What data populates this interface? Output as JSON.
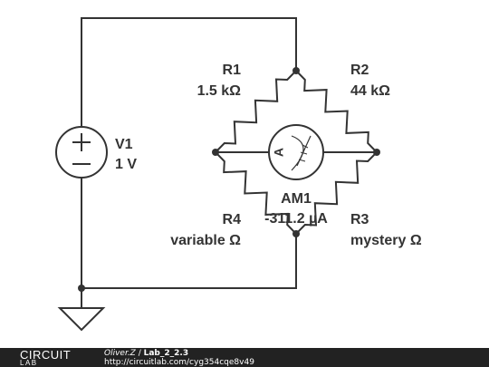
{
  "components": {
    "V1": {
      "name": "V1",
      "value": "1 V"
    },
    "R1": {
      "name": "R1",
      "value": "1.5 kΩ"
    },
    "R2": {
      "name": "R2",
      "value": "44 kΩ"
    },
    "R3": {
      "name": "R3",
      "value": "mystery Ω"
    },
    "R4": {
      "name": "R4",
      "value": "variable Ω"
    },
    "AM1": {
      "name": "AM1",
      "value": "-311.2 µA",
      "symbol": "A"
    }
  },
  "footer": {
    "logo_top": "CIRCUIT",
    "logo_bottom": "LAB",
    "author": "Oliver.Z",
    "separator": " / ",
    "title": "Lab_2_2.3",
    "url": "http://circuitlab.com/cyg354cqe8v49"
  },
  "colors": {
    "ink": "#333333",
    "footer_bg": "#222222"
  }
}
